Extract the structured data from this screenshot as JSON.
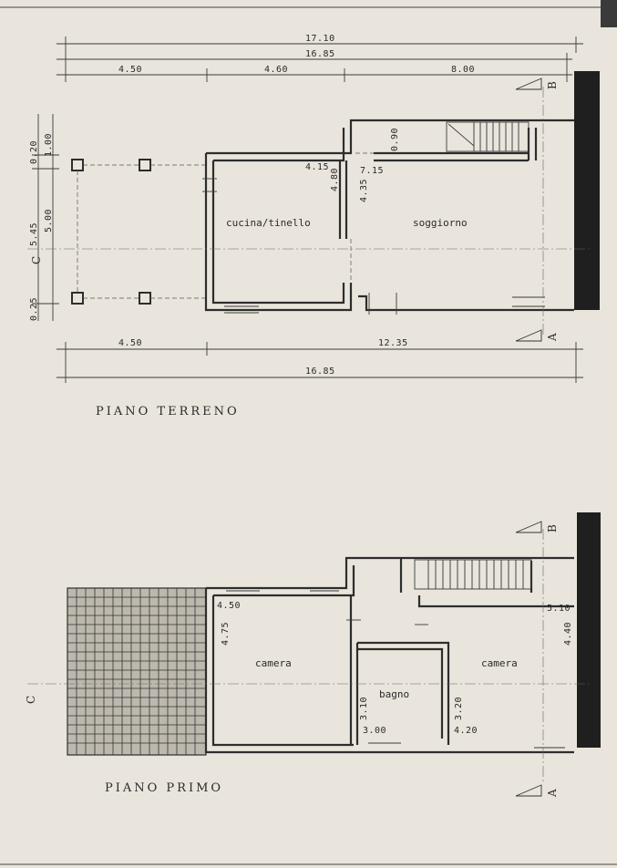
{
  "plans": {
    "ground": {
      "title": "PIANO TERRENO",
      "rooms": [
        "cucina/tinello",
        "soggiorno"
      ],
      "dims_top": [
        "17.10",
        "16.85",
        "4.50",
        "4.60",
        "8.00"
      ],
      "dims_bottom": [
        "4.50",
        "12.35",
        "16.85"
      ],
      "dims_left": [
        "0.20",
        "1.00",
        "5.45",
        "5.00",
        "0.25"
      ],
      "dims_inner": [
        "4.15",
        "4.80",
        "4.35",
        "7.15",
        "0.90"
      ]
    },
    "first": {
      "title": "PIANO PRIMO",
      "rooms": [
        "camera",
        "bagno",
        "camera"
      ],
      "dims_inner": [
        "4.50",
        "4.75",
        "3.10",
        "3.00",
        "3.20",
        "4.20",
        "5.10",
        "4.40"
      ]
    }
  },
  "sections": {
    "a": "A",
    "b": "B",
    "c": "C"
  }
}
